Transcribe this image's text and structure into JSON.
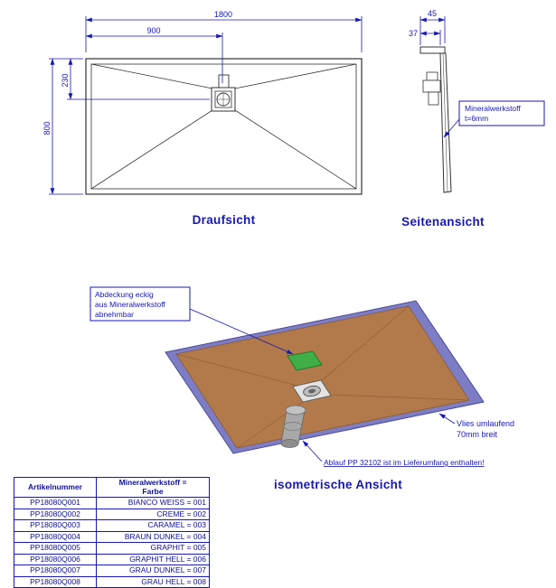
{
  "colors": {
    "accent_blue": "#1717b4",
    "drawing_line": "#333333",
    "tray_brown": "#b27a4b",
    "fleece_purple": "#7d7dc6",
    "cover_green": "#3fae46",
    "pipe_gray": "#a8a8a8"
  },
  "top_view": {
    "title": "Draufsicht",
    "dim_1800": "1800",
    "dim_900": "900",
    "dim_230": "230",
    "dim_800": "800"
  },
  "side_view": {
    "title": "Seitenansicht",
    "dim_45": "45",
    "dim_37": "37",
    "note_line1": "Mineralwerkstoff",
    "note_line2": "t=6mm"
  },
  "iso_view": {
    "title": "isometrische Ansicht",
    "cover_note_lines": [
      "Abdeckung eckig",
      "aus Mineralwerkstoff",
      "abnehmbar"
    ],
    "fleece_note_lines": [
      "Vlies umlaufend",
      "70mm breit"
    ],
    "drain_note": "Ablauf PP 32102 ist im Lieferumfang enthalten!"
  },
  "table": {
    "header_col1": "Artikelnummer",
    "header_col2": "Mineralwerkstoff =\nFarbe",
    "rows": [
      [
        "PP18080Q001",
        "BIANCO WEISS = 001"
      ],
      [
        "PP18080Q002",
        "CREME = 002"
      ],
      [
        "PP18080Q003",
        "CARAMEL = 003"
      ],
      [
        "PP18080Q004",
        "BRAUN DUNKEL = 004"
      ],
      [
        "PP18080Q005",
        "GRAPHIT = 005"
      ],
      [
        "PP18080Q006",
        "GRAPHIT HELL = 006"
      ],
      [
        "PP18080Q007",
        "GRAU DUNKEL = 007"
      ],
      [
        "PP18080Q008",
        "GRAU HELL = 008"
      ]
    ]
  }
}
